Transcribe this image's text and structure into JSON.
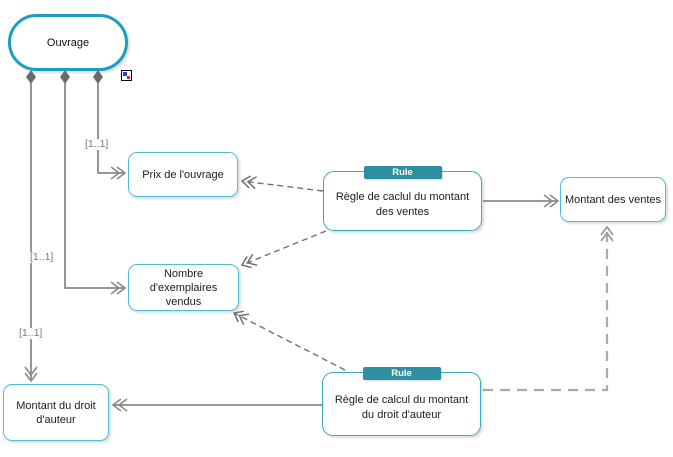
{
  "entity": {
    "label": "Ouvrage"
  },
  "boxes": {
    "prix": "Prix de l'ouvrage",
    "nombre": "Nombre d'exemplaires vendus",
    "droit": "Montant du droit d'auteur",
    "ventes": "Montant des ventes"
  },
  "rules": {
    "badge_label": "Rule",
    "ventes": "Règle de caclul du montant des ventes",
    "droit": "Règle de calcul du montant du droit d'auteur"
  },
  "multiplicities": [
    "[1..1]",
    "[1..1]",
    "[1..1]"
  ],
  "colors": {
    "entity_border": "#1B9FBE",
    "node_border": "#52BDD2",
    "rule_border": "#3FA9C0",
    "badge_bg": "#2E8FA2",
    "connector_gray": "#8A8A8A",
    "diamond_gray": "#6B6B6B",
    "dashed_dark": "#707070",
    "dashed_light": "#ABABAB",
    "multiplicity_text": "#7A7A7A"
  }
}
